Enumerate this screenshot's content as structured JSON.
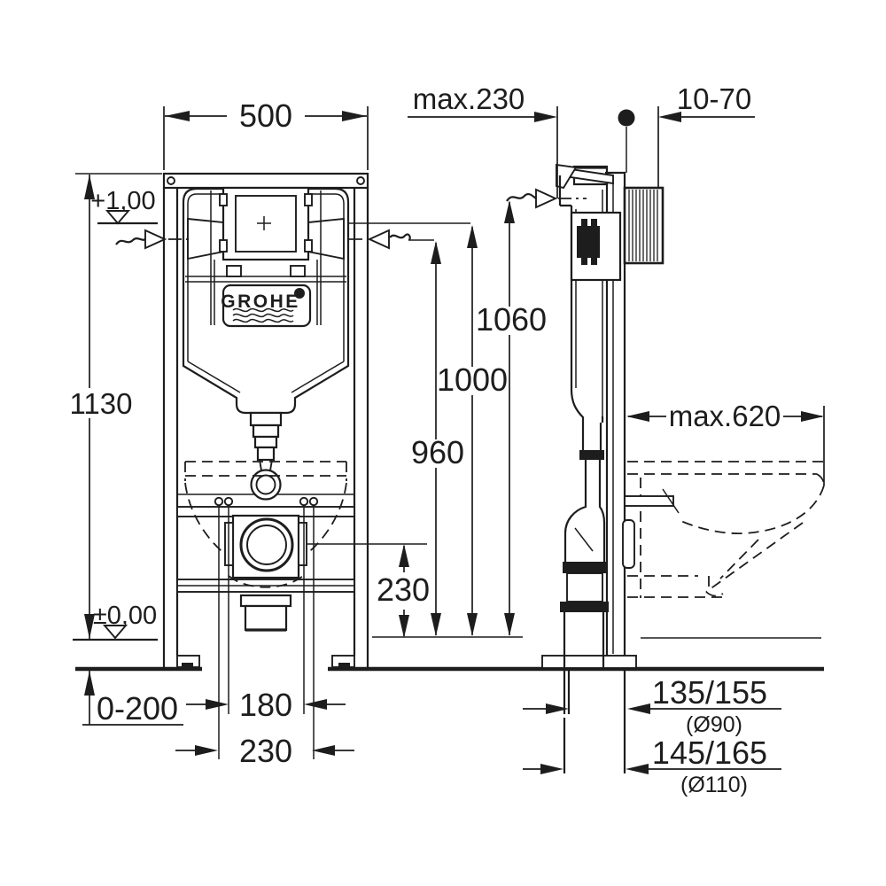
{
  "drawing": {
    "brand": "GROHE",
    "front_view": {
      "frame_width": "500",
      "frame_height": "1130",
      "upper_level": "+1,00",
      "zero_level": "±0,00",
      "floor_buildup": "0-200",
      "bolt_spacing": "180",
      "fixing_spacing": "230",
      "drain_height": "230",
      "supply_height": "960",
      "plate_center_height": "1000",
      "frame_top_height": "1060"
    },
    "side_view": {
      "max_depth": "max.230",
      "wall_thickness": "10-70",
      "max_bowl_depth": "max.620",
      "drain_offset_90": "135/155",
      "drain_dia_90": "(Ø90)",
      "drain_offset_110": "145/165",
      "drain_dia_110": "(Ø110)"
    }
  }
}
